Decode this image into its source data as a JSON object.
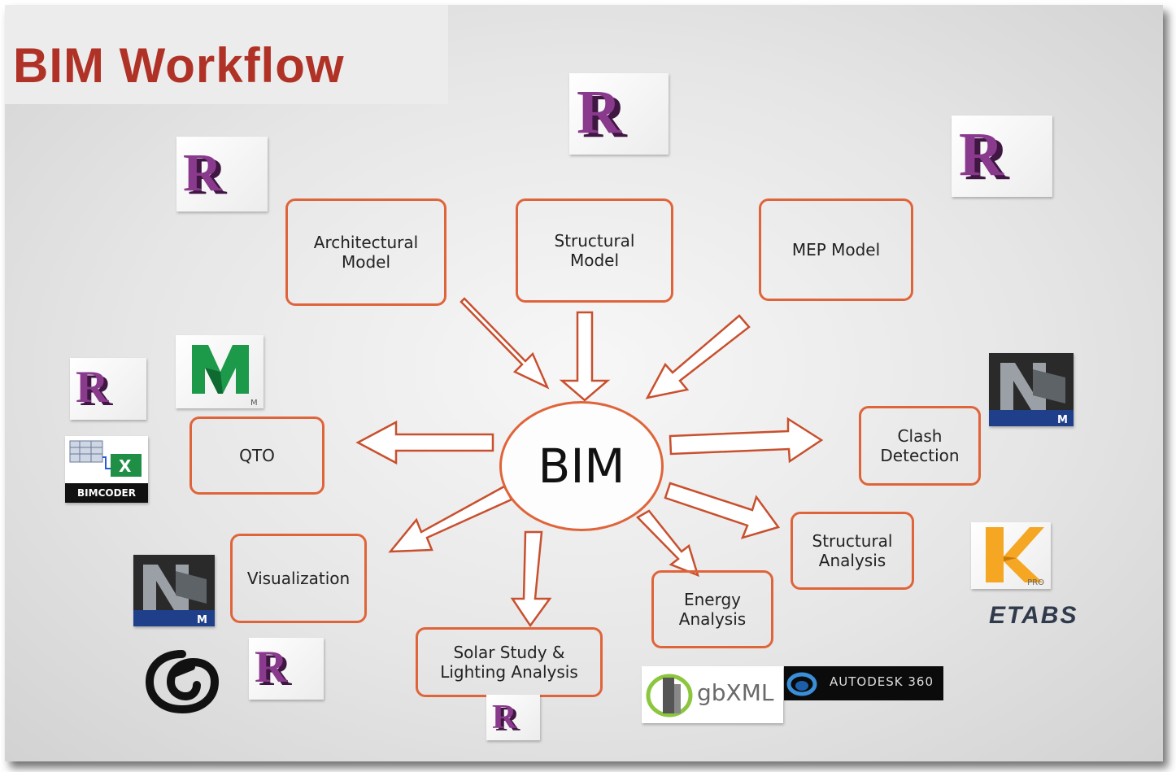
{
  "title": "BIM Workflow",
  "hub_label": "BIM",
  "nodes": {
    "architectural": "Architectural\nModel",
    "structural_model": "Structural\nModel",
    "mep": "MEP Model",
    "qto": "QTO",
    "clash": "Clash\nDetection",
    "visualization": "Visualization",
    "structural_analysis": "Structural\nAnalysis",
    "energy": "Energy\nAnalysis",
    "solar": "Solar Study &\nLighting Analysis"
  },
  "logos": {
    "revit_letter": "R",
    "navisworks_letter": "N",
    "navisworks_badge": "M",
    "robot_badge": "PRO",
    "bimcoder": "BIMCODER",
    "etabs": "ETABS",
    "gbxml": "gbXML",
    "autodesk360": "AUTODESK 360"
  },
  "colors": {
    "title": "#b03226",
    "node_border": "#e0643a",
    "revit": "#7a2f7c",
    "navisworks": "#1c9a4a"
  }
}
